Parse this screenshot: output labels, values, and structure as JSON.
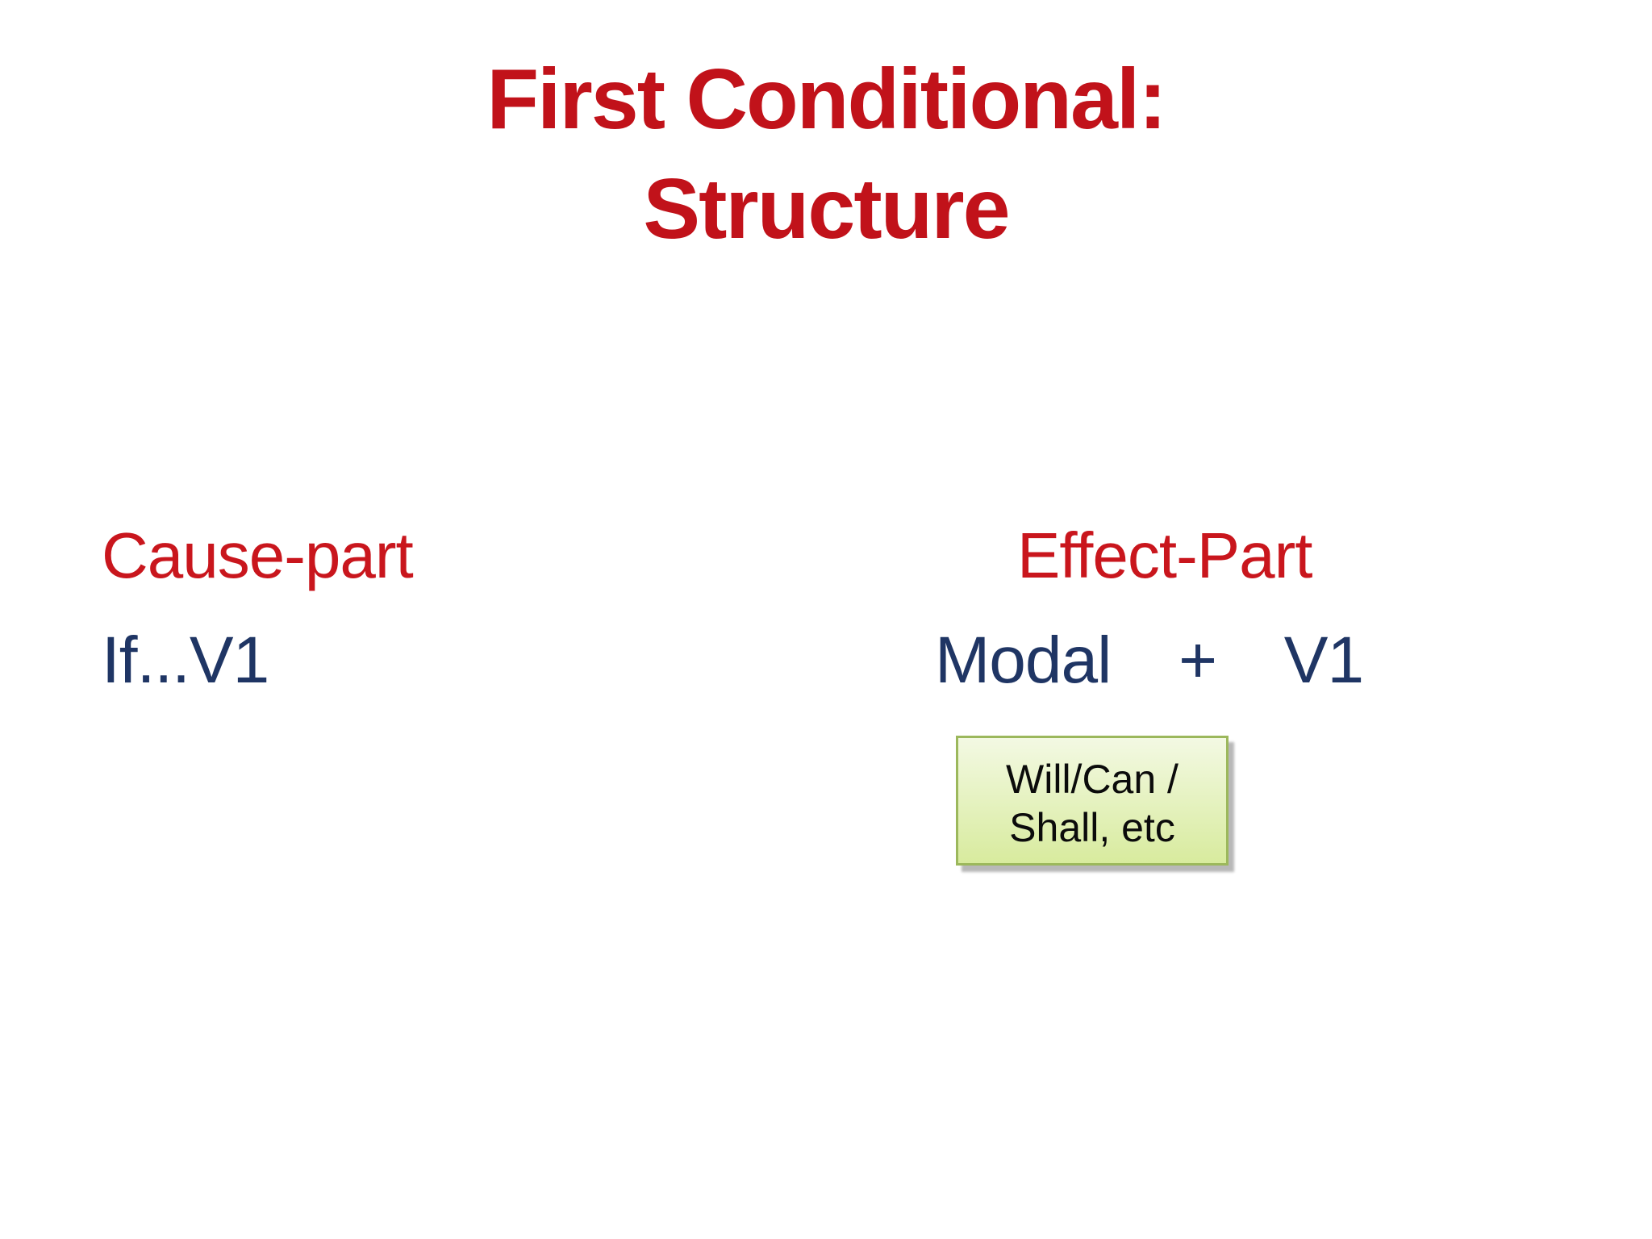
{
  "slide": {
    "title": {
      "line1": "First Conditional:",
      "line2": "Structure"
    },
    "sections": {
      "cause": {
        "heading": "Cause-part",
        "formula": "If...V1"
      },
      "effect": {
        "heading": "Effect-Part",
        "formula": "Modal + V1"
      }
    },
    "callout": {
      "line1": "Will/Can /",
      "line2": "Shall, etc"
    },
    "colors": {
      "title_red": "#c1121a",
      "heading_red": "#c9161d",
      "formula_navy": "#1f3564",
      "callout_border": "#9cb85c",
      "callout_fill_top": "#f3f9e3",
      "callout_fill_bottom": "#d8eb9e",
      "callout_text": "#0b0b0b",
      "background": "#ffffff"
    }
  }
}
